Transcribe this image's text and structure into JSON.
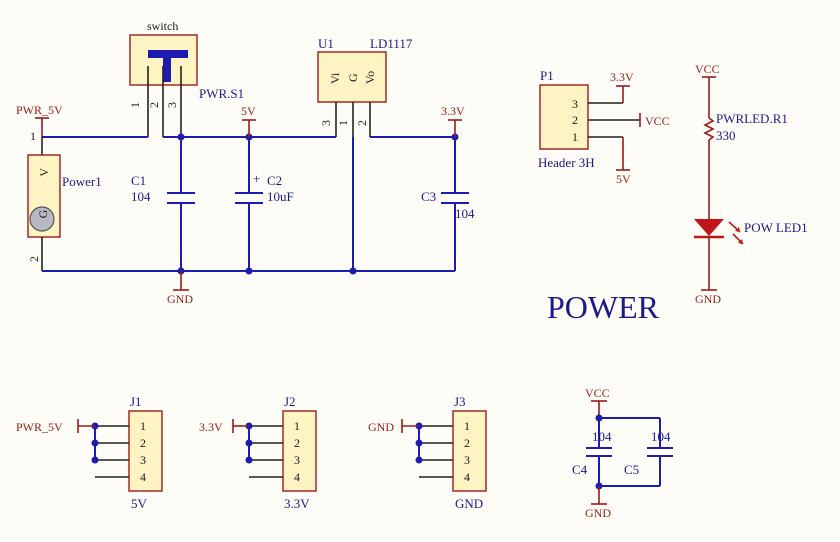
{
  "switch": {
    "title": "switch",
    "ref": "PWR.S1",
    "pins": [
      "1",
      "2",
      "3"
    ]
  },
  "u1": {
    "ref": "U1",
    "part": "LD1117",
    "pins_inside": [
      "Vi",
      "G",
      "Vo"
    ],
    "pins": [
      "3",
      "1",
      "2"
    ]
  },
  "power1": {
    "ref": "Power1",
    "v_label": "V",
    "g_label": "G",
    "pins": [
      "1",
      "2"
    ]
  },
  "capacitors": {
    "c1": {
      "ref": "C1",
      "value": "104"
    },
    "c2": {
      "ref": "C2",
      "value": "10uF",
      "polarity": "+"
    },
    "c3": {
      "ref": "C3",
      "value": "104"
    },
    "c4": {
      "ref": "C4",
      "value": "104"
    },
    "c5": {
      "ref": "C5",
      "value": "104"
    }
  },
  "p1": {
    "ref": "P1",
    "name": "Header 3H",
    "pins": [
      "3",
      "2",
      "1"
    ]
  },
  "led": {
    "res_ref": "PWRLED.R1",
    "res_value": "330",
    "led_ref": "POW LED1"
  },
  "nets": {
    "pwr5v": "PWR_5V",
    "v5": "5V",
    "v33": "3.3V",
    "vcc": "VCC",
    "gnd": "GND"
  },
  "title": "POWER",
  "j1": {
    "ref": "J1",
    "net": "PWR_5V",
    "label": "5V",
    "pins": [
      "1",
      "2",
      "3",
      "4"
    ]
  },
  "j2": {
    "ref": "J2",
    "net": "3.3V",
    "label": "3.3V",
    "pins": [
      "1",
      "2",
      "3",
      "4"
    ]
  },
  "j3": {
    "ref": "J3",
    "net": "GND",
    "label": "GND",
    "pins": [
      "1",
      "2",
      "3",
      "4"
    ]
  }
}
